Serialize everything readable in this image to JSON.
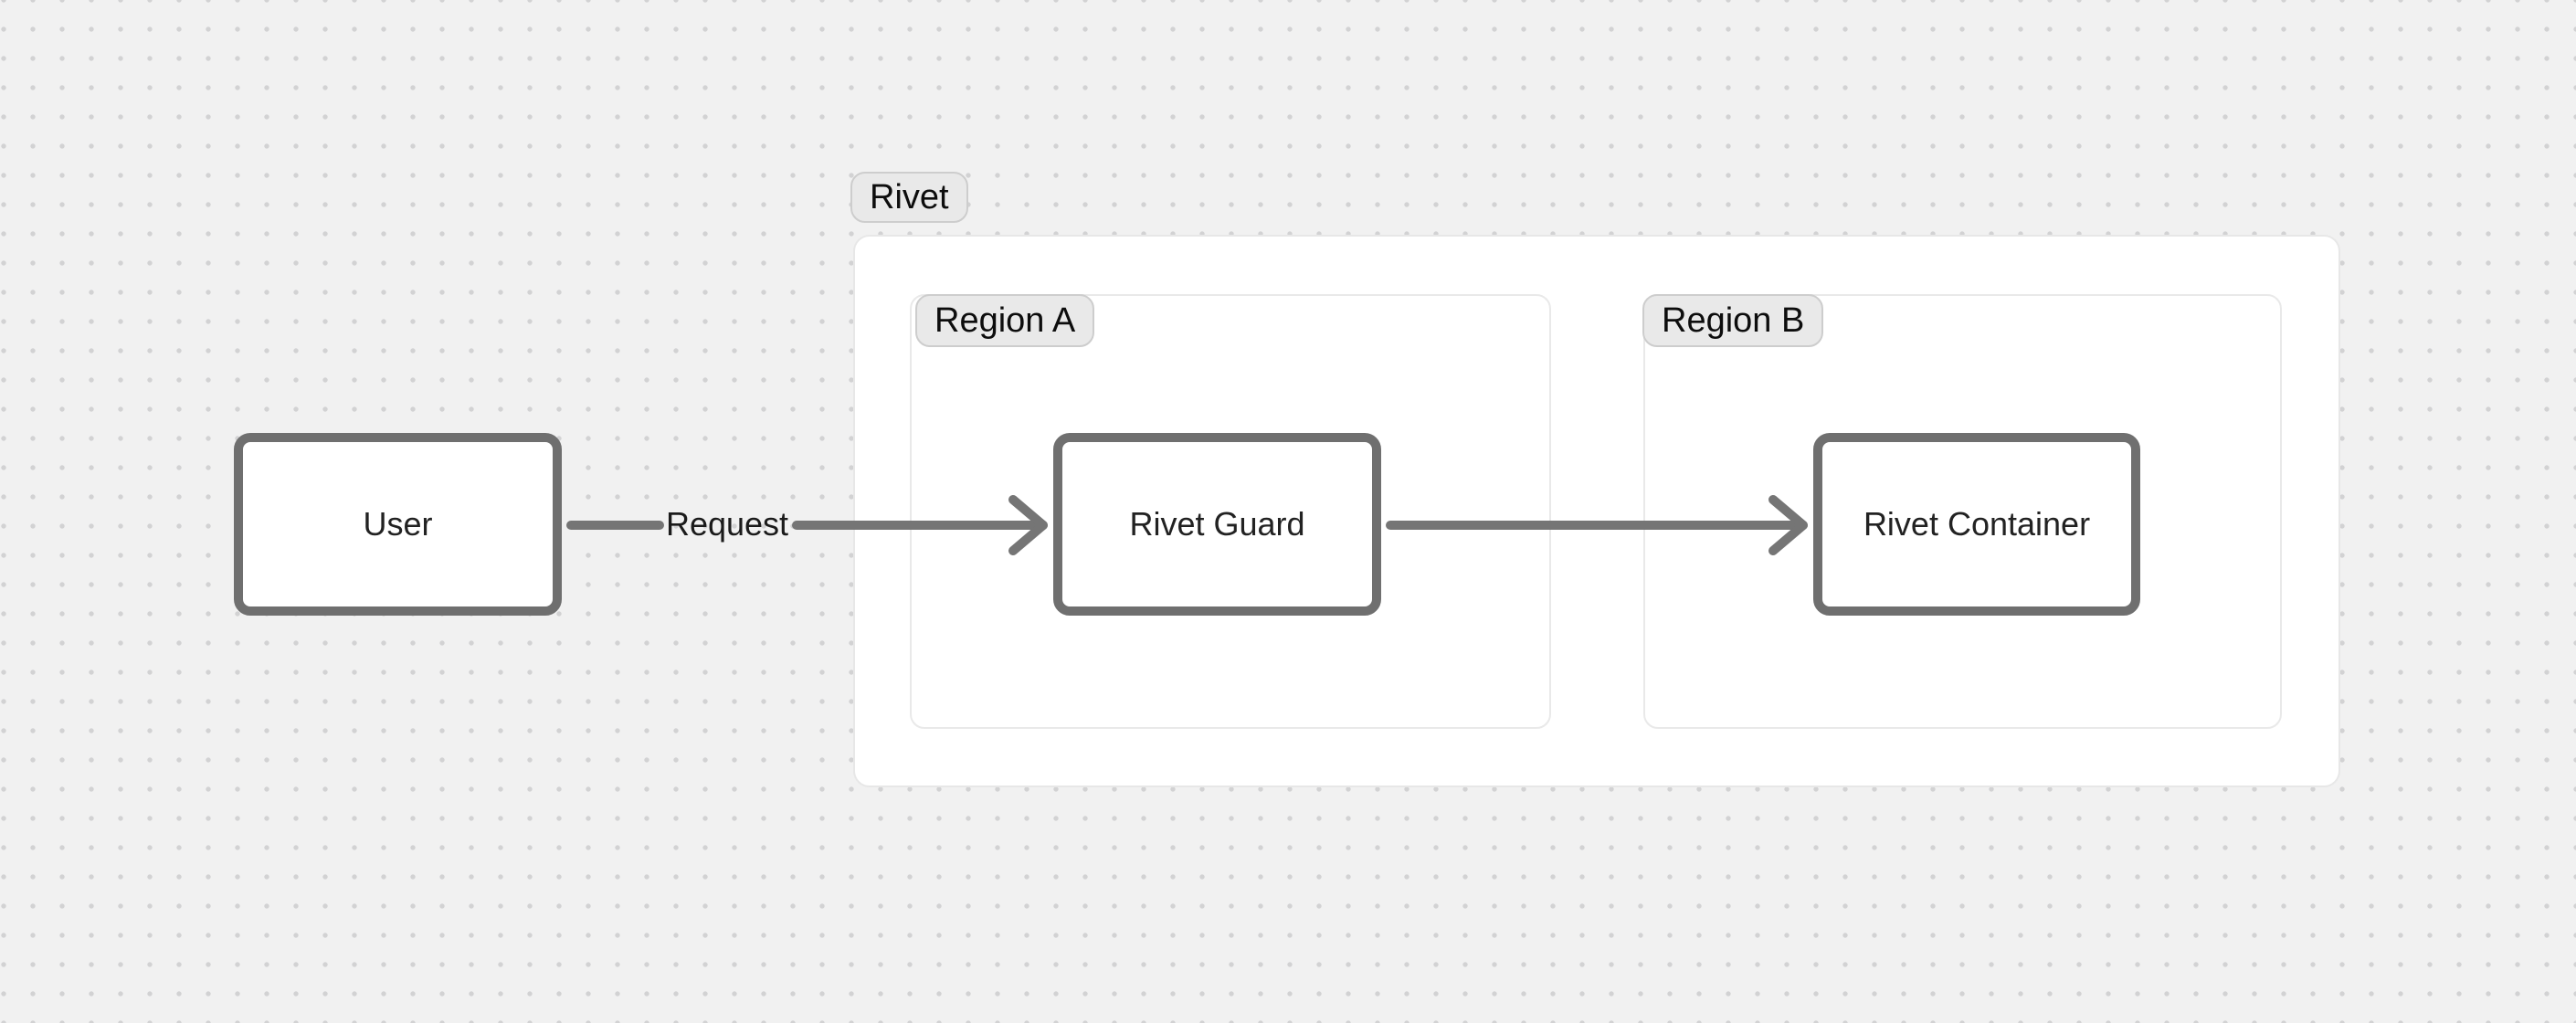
{
  "colors": {
    "canvas_bg": "#f1f1f1",
    "dot_grid": "#d2d2d3",
    "group_fill": "#ffffff",
    "group_border": "#e7e7e7",
    "pill_fill": "#e9e9e9",
    "pill_border": "#cdcdcd",
    "node_fill": "#ffffff",
    "node_border": "#6f6f6f",
    "arrow": "#757575",
    "text": "#1b1b1b"
  },
  "diagram": {
    "groups": {
      "rivet": {
        "label": "Rivet"
      },
      "region_a": {
        "label": "Region A",
        "parent": "Rivet"
      },
      "region_b": {
        "label": "Region B",
        "parent": "Rivet"
      }
    },
    "nodes": {
      "user": {
        "label": "User",
        "region": ""
      },
      "guard": {
        "label": "Rivet Guard",
        "region": "Region A"
      },
      "container": {
        "label": "Rivet Container",
        "region": "Region B"
      }
    },
    "edges": {
      "user_to_guard": {
        "from": "User",
        "to": "Rivet Guard",
        "label": "Request",
        "direction": "right"
      },
      "guard_to_container": {
        "from": "Rivet Guard",
        "to": "Rivet Container",
        "label": "",
        "direction": "right"
      }
    }
  }
}
